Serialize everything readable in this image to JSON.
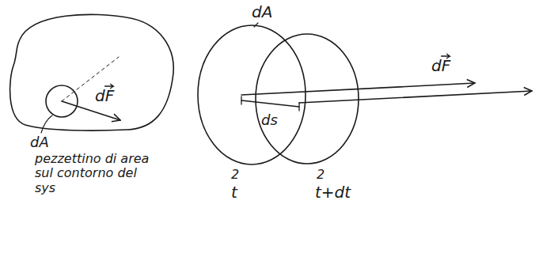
{
  "diagram": {
    "labels": [
      "dA",
      "dF",
      "dF",
      "dA",
      "ds",
      "pezzettino di area sul contorno del sys",
      "2",
      "t",
      "2",
      "t+dt"
    ]
  }
}
